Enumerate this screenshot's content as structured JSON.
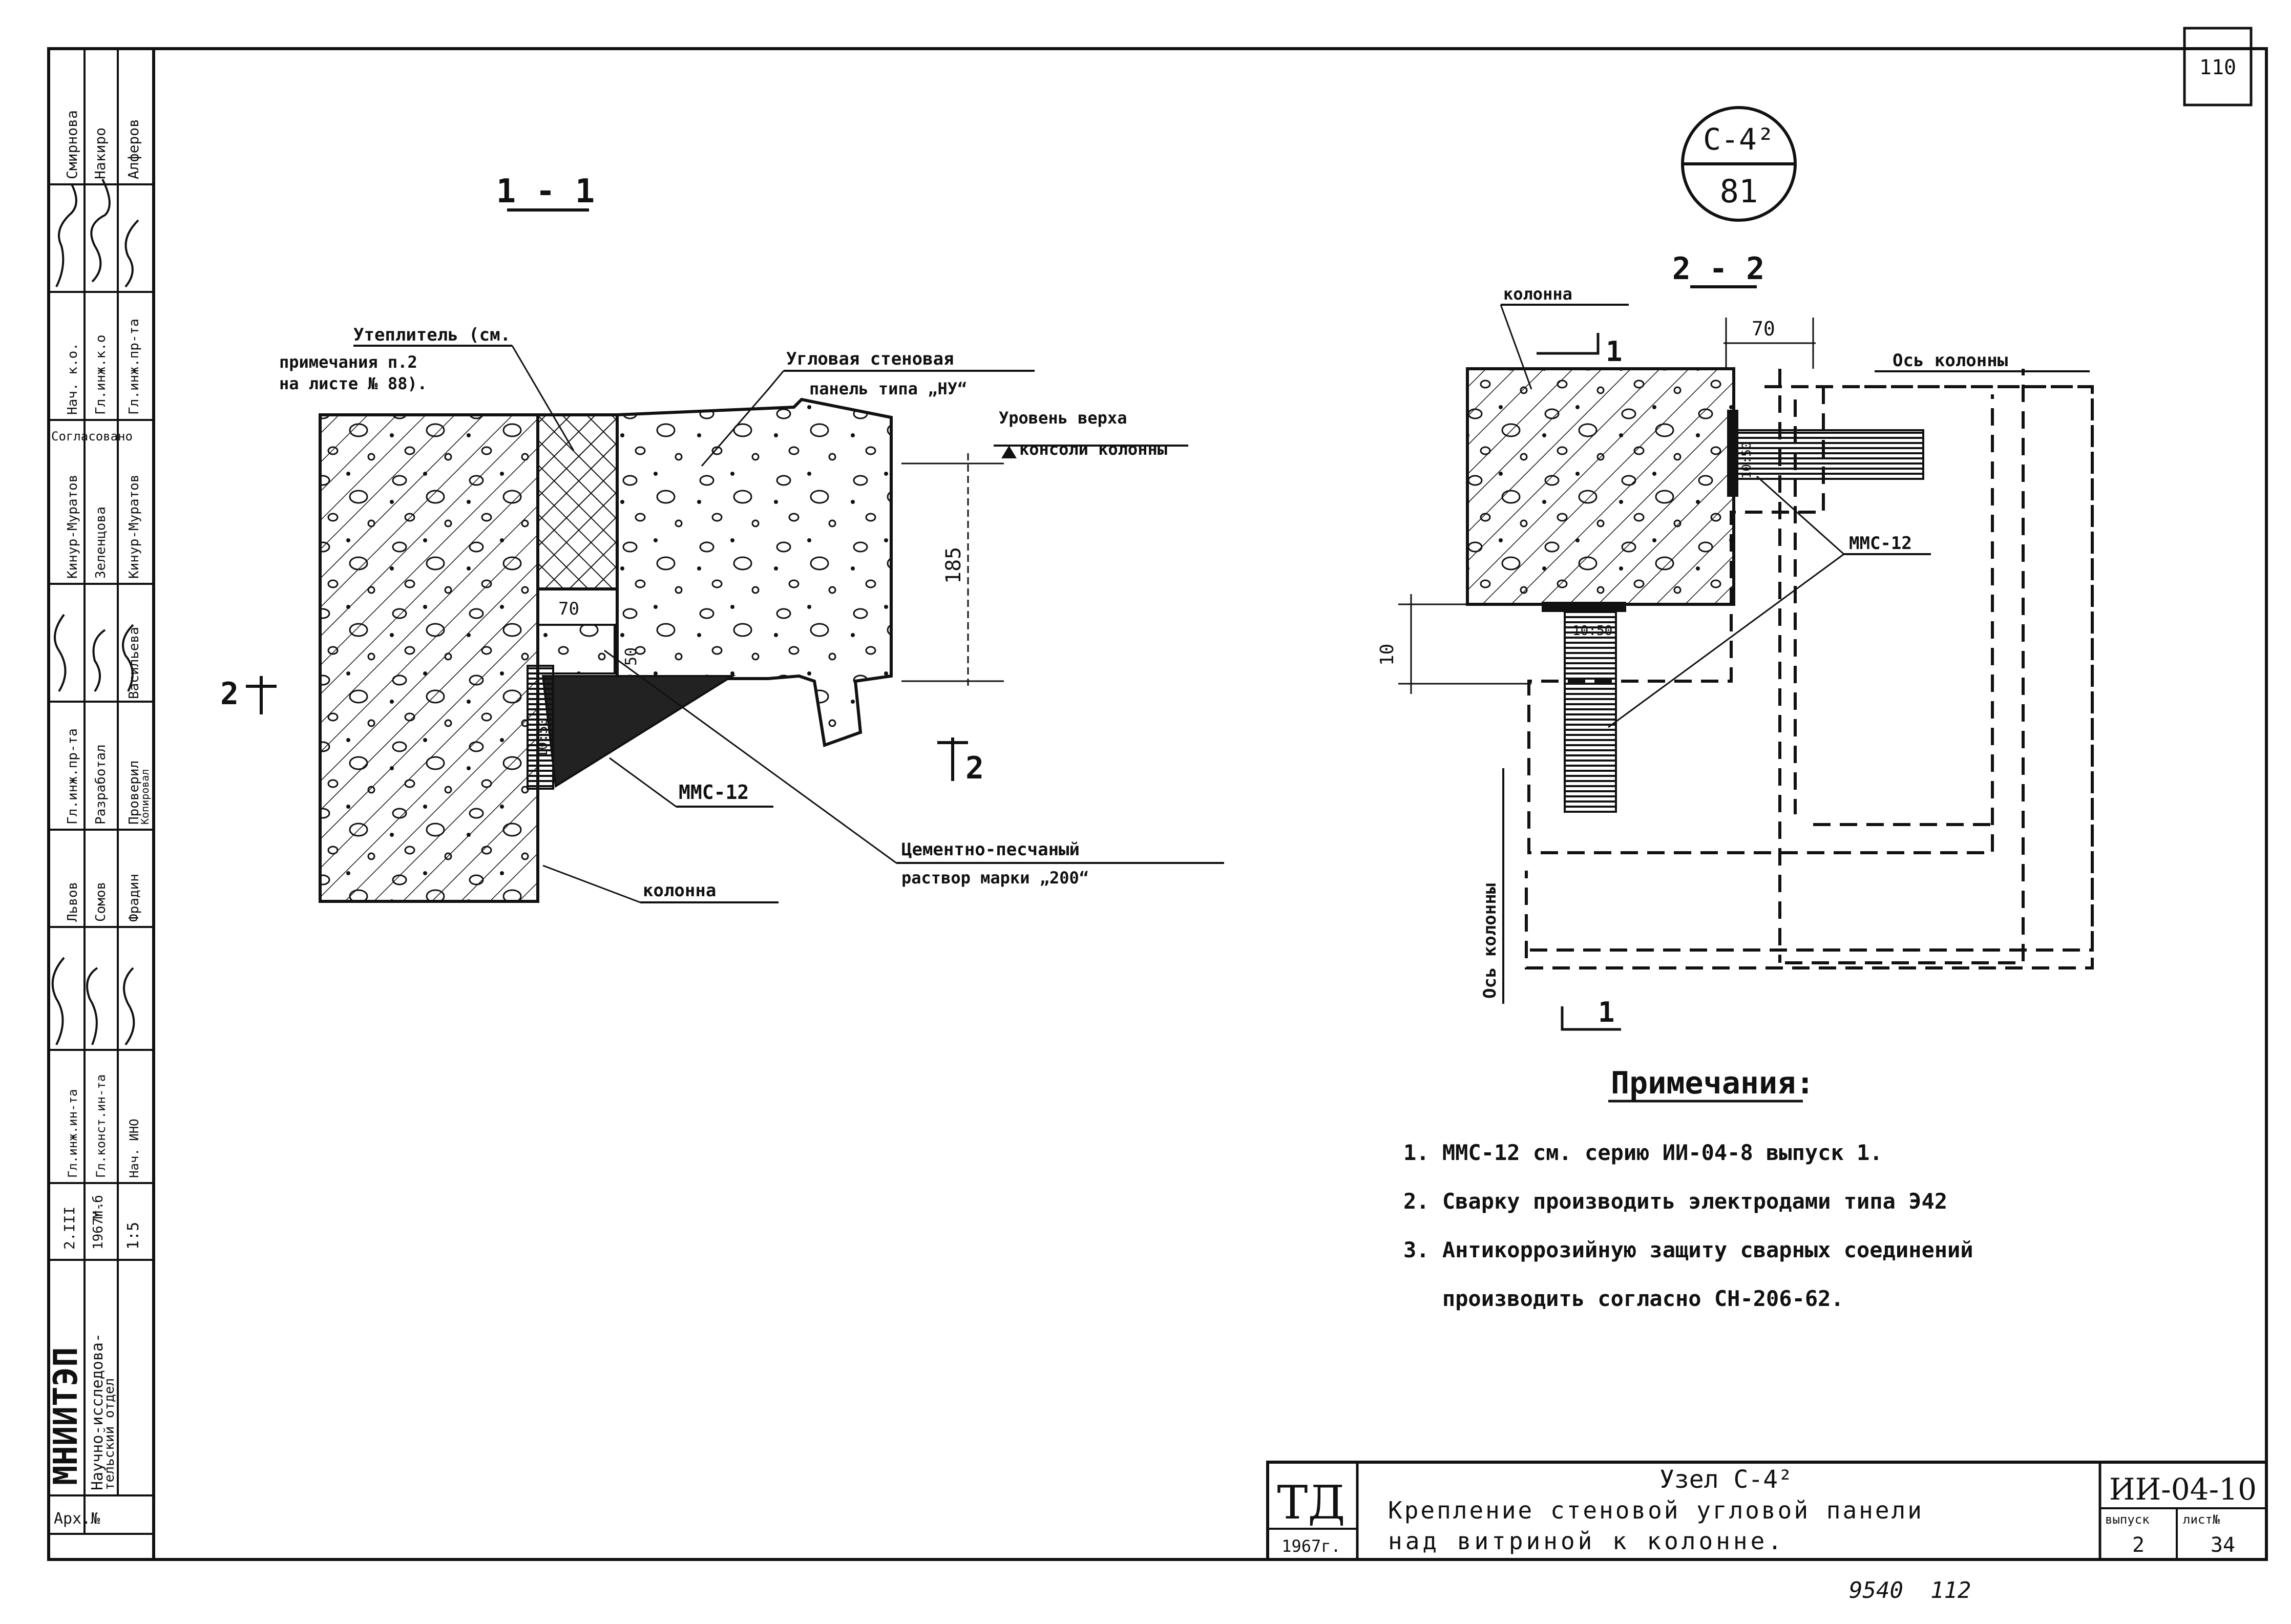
{
  "sheet_number": "110",
  "node_mark": {
    "top": "С-4²",
    "bottom": "81"
  },
  "section_1": {
    "title": "1 - 1",
    "insulation_note": [
      "Утеплитель (см.",
      "примечания  п.2",
      "на листе   № 88)."
    ],
    "panel_note": [
      "Угловая стеновая",
      "панель типа „НУ“"
    ],
    "level_note": [
      "Уровень верха",
      "консоли колонны"
    ],
    "dim_185": "185",
    "dim_70": "70",
    "dim_50": "50",
    "plate_label": "10:50",
    "mms_label": "ММС-12",
    "mortar_note": [
      "Цементно-песчаный",
      "раствор  марки  „200“"
    ],
    "column_label": "колонна",
    "cut_left": "2",
    "cut_right": "2"
  },
  "section_2": {
    "title": "2 - 2",
    "column_label": "колонна",
    "cut_top": "1",
    "cut_bottom": "1",
    "dim_70": "70",
    "dim_10": "10",
    "axis_label": "Ось  колонны",
    "axis_label_vertical": "Ось колонны",
    "plate_label_1": "10:50",
    "plate_label_2": "10:50",
    "mms_label": "ММС-12"
  },
  "notes": {
    "heading": "Примечания:",
    "items": [
      "1. ММС-12 см. серию   ИИ-04-8 выпуск 1.",
      "2. Сварку производить электродами типа Э42",
      "3. Антикоррозийную защиту сварных соединений",
      "   производить согласно СН-206-62."
    ]
  },
  "title_block": {
    "td": "ТД",
    "year": "1967г.",
    "node": "Узел С-4²",
    "title_line1": "Крепление стеновой угловой панели",
    "title_line2": "над витриной к колонне.",
    "series": "ИИ-04-10",
    "issue_label": "выпуск",
    "issue_value": "2",
    "sheet_label": "лист№",
    "sheet_value": "34"
  },
  "bottom_note": "9540  112",
  "side_stamp": {
    "institute": "МНИИТЭП",
    "department": "Научно-исследова-",
    "department2": "тельский отдел",
    "arch": "Арх.№",
    "col_titles": [
      "Нач. к.о.",
      "Гл.инж.к.о",
      "Гл.инж.пр-та",
      "Согласовано",
      "Кинур-Муратов",
      "Зеленцова",
      "Гл.инж.пр-та",
      "Разработал",
      "Проверил",
      "Копировал",
      "Львов",
      "Сомов",
      "Фрадин",
      "Гл.инж.ин-та",
      "Гл.конст.ин-та",
      "Нач. ИНО"
    ],
    "names": [
      "Смирнова",
      "Накиро",
      "Алферов",
      "Кинур-Муратов",
      "Васильева"
    ],
    "year_cell": "1967г.",
    "scale_cell": "М-б",
    "scale_value": "1:5",
    "stage": "2.III"
  }
}
